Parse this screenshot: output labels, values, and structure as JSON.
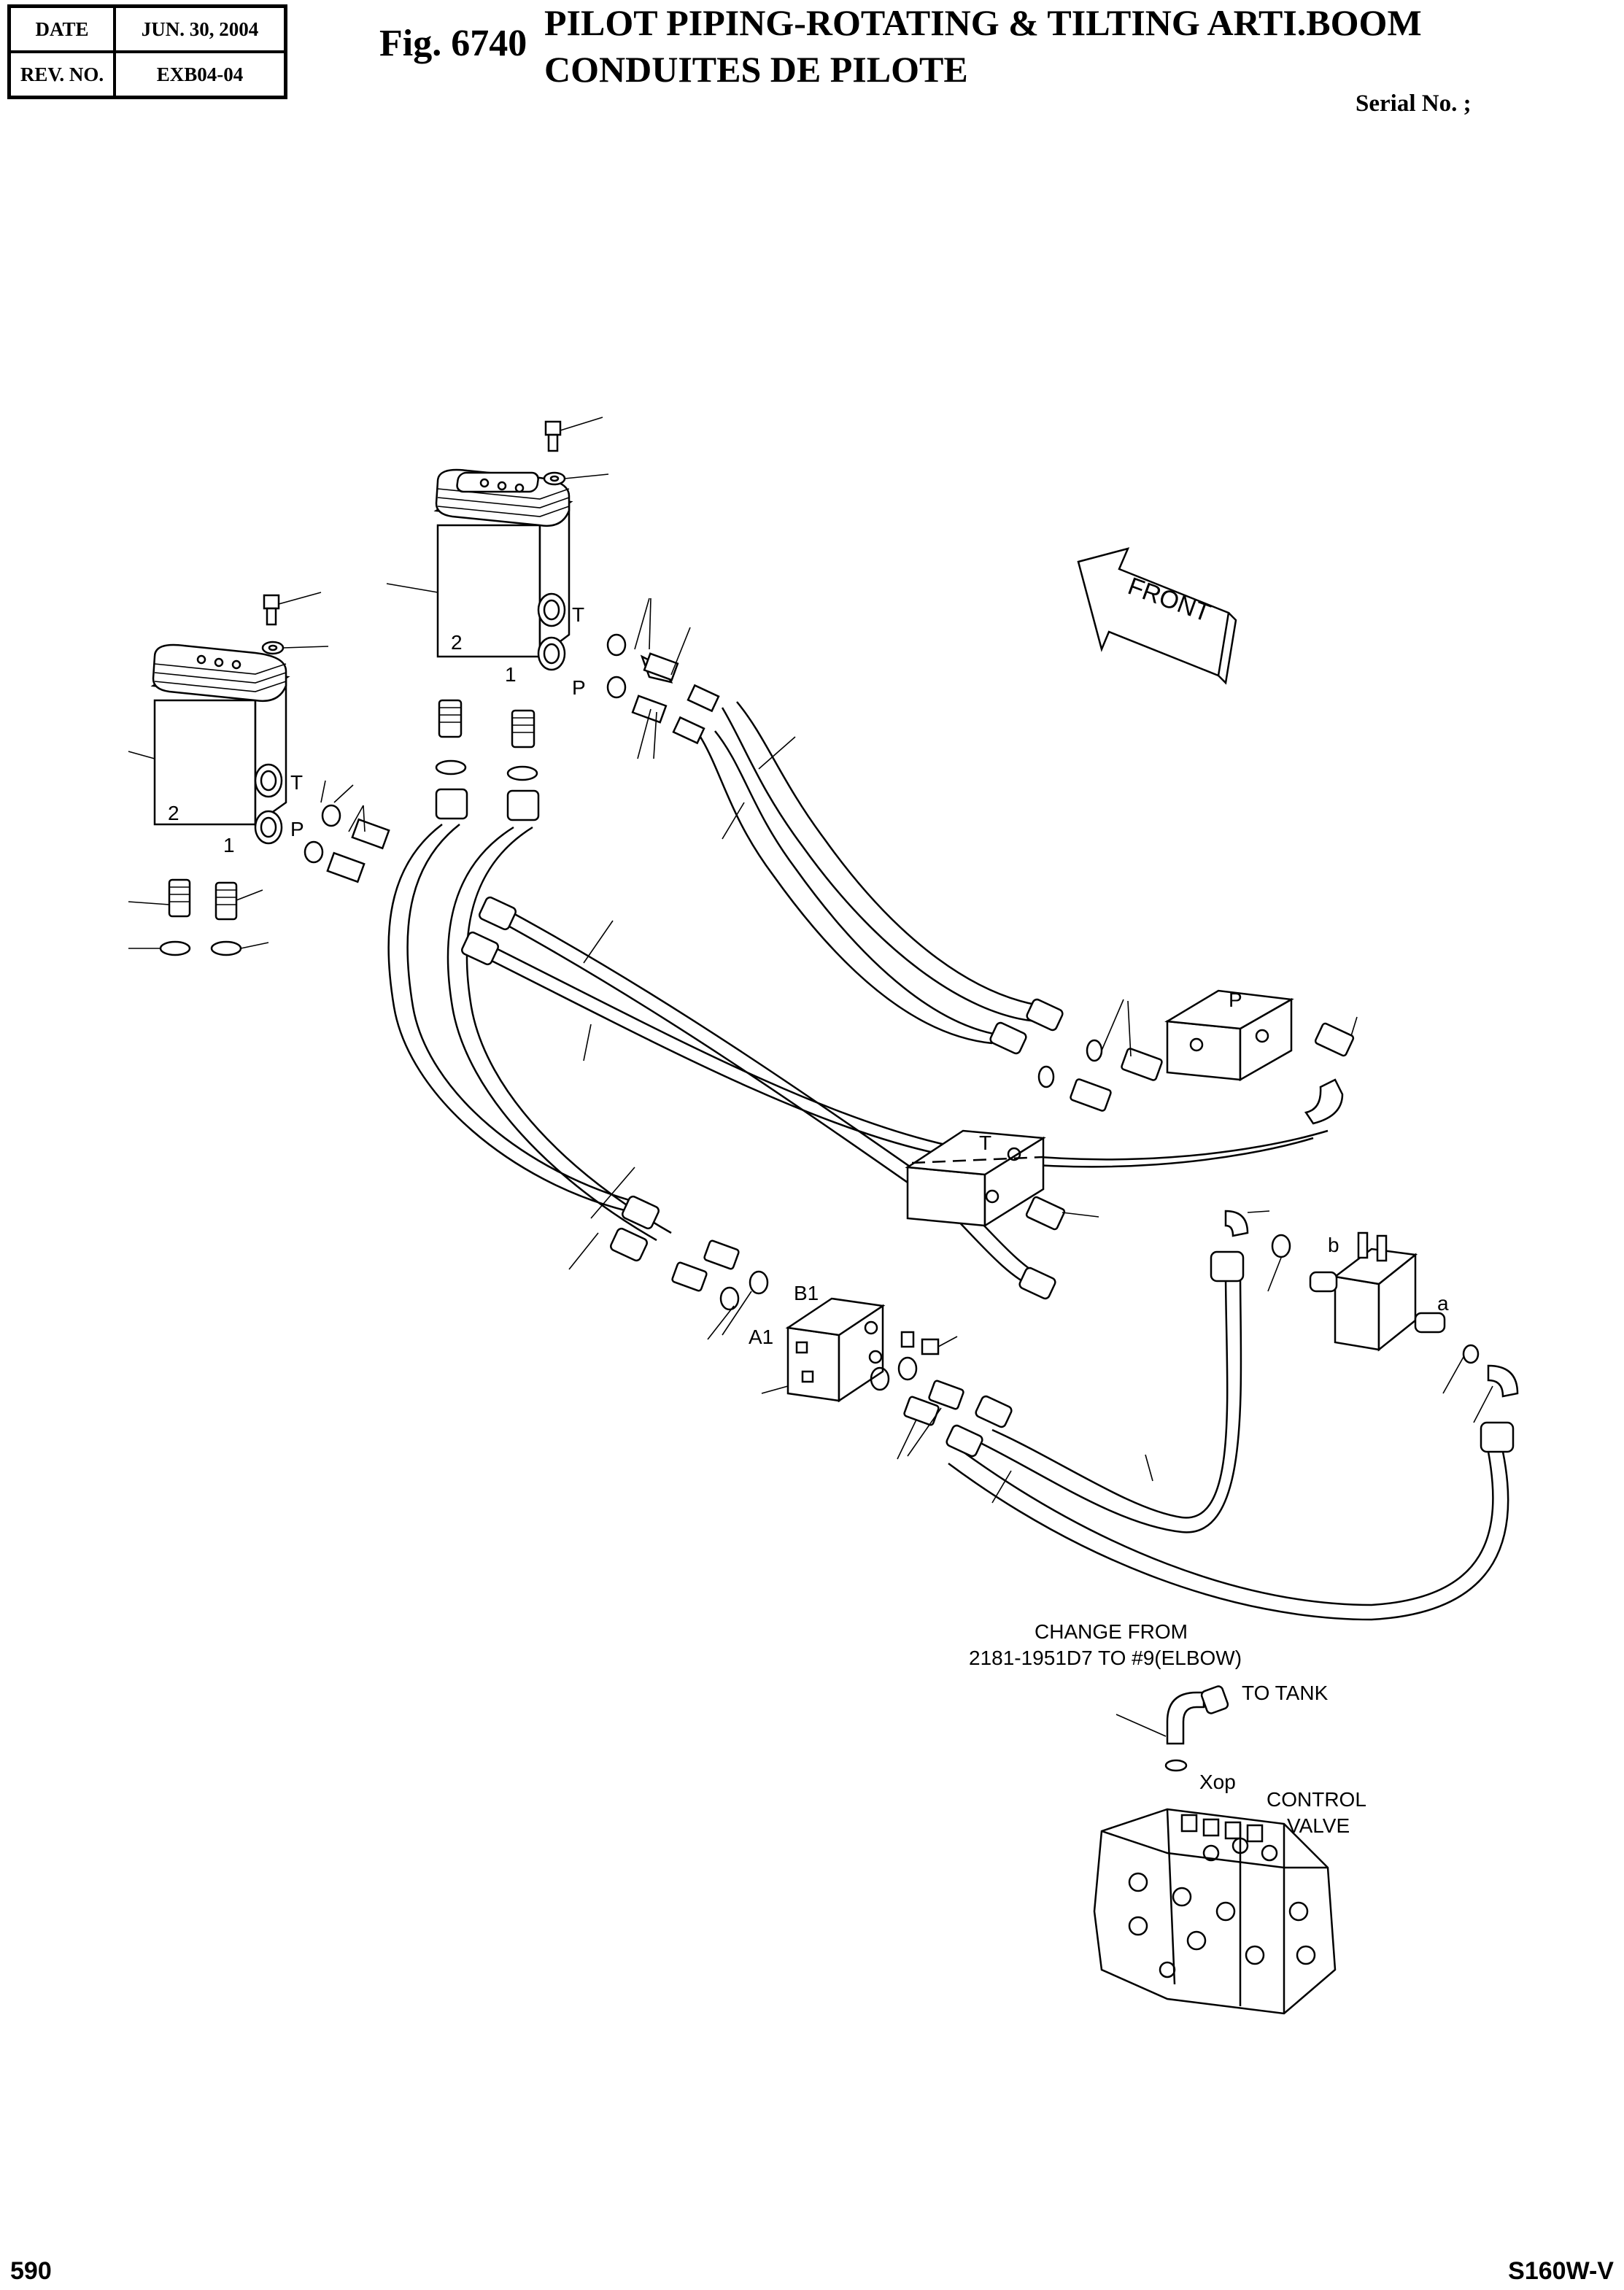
{
  "header": {
    "date_label": "DATE",
    "date_value": "JUN. 30, 2004",
    "rev_label": "REV. NO.",
    "rev_value": "EXB04-04"
  },
  "figure": {
    "number": "Fig. 6740",
    "title_en": "PILOT PIPING-ROTATING & TILTING ARTI.BOOM",
    "title_fr": "CONDUITES DE PILOTE",
    "serial": "Serial No. ;"
  },
  "labels": {
    "port_T": "T",
    "port_P": "P",
    "port_1": "1",
    "port_2": "2",
    "block_P": "P",
    "block_T": "T",
    "port_A1": "A1",
    "port_B1": "B1",
    "port_a": "a",
    "port_b": "b",
    "front": "FRONT",
    "change_line1": "CHANGE FROM",
    "change_line2": "2181-1951D7 TO #9(ELBOW)",
    "to_tank": "TO TANK",
    "xop": "Xop",
    "control_line1": "CONTROL",
    "control_line2": "VALVE"
  },
  "footer": {
    "page": "590",
    "model": "S160W-V"
  }
}
